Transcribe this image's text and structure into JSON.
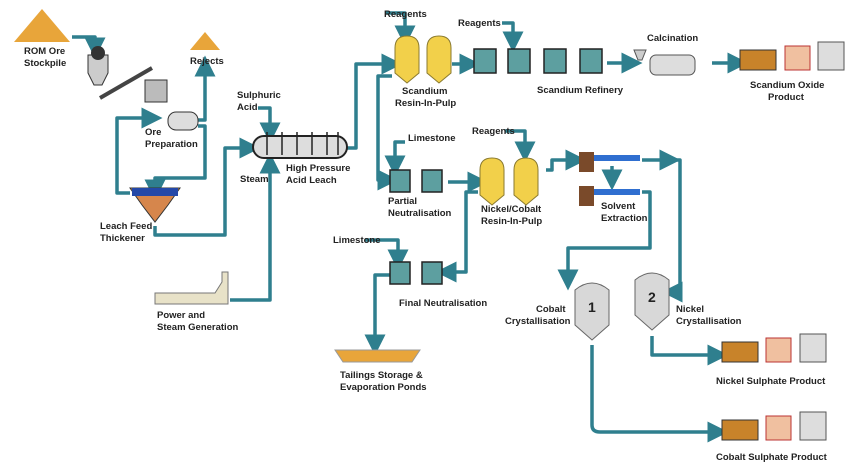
{
  "labels": {
    "rom_ore": [
      "ROM Ore",
      "Stockpile"
    ],
    "rejects": "Rejects",
    "ore_prep": [
      "Ore",
      "Preparation"
    ],
    "thickener": [
      "Leach Feed",
      "Thickener"
    ],
    "sulphuric": [
      "Sulphuric",
      "Acid"
    ],
    "steam": "Steam",
    "hpal": [
      "High Pressure",
      "Acid Leach"
    ],
    "power": [
      "Power and",
      "Steam Generation"
    ],
    "reagents_1": "Reagents",
    "reagents_2": "Reagents",
    "reagents_3": "Reagents",
    "sc_rip": [
      "Scandium",
      "Resin-In-Pulp"
    ],
    "sc_refinery": "Scandium Refinery",
    "calcination": "Calcination",
    "sc_product": [
      "Scandium Oxide",
      "Product"
    ],
    "limestone_1": "Limestone",
    "limestone_2": "Limestone",
    "partial": [
      "Partial",
      "Neutralisation"
    ],
    "nico_rip": [
      "Nickel/Cobalt",
      "Resin-In-Pulp"
    ],
    "sx": [
      "Solvent",
      "Extraction"
    ],
    "final": "Final Neutralisation",
    "tailings": [
      "Tailings Storage &",
      "Evaporation Ponds"
    ],
    "cobalt_cryst": [
      "Cobalt",
      "Crystallisation"
    ],
    "nickel_cryst": [
      "Nickel",
      "Crystallisation"
    ],
    "tank1": "1",
    "tank2": "2",
    "ni_product": "Nickel Sulphate Product",
    "co_product": "Cobalt Sulphate Product"
  },
  "colors": {
    "pipe": "#2f7f8e",
    "stockpile": "#e8a53a",
    "resin": "#f2d04a",
    "tank": "#5d9fa0",
    "sx_bar": "#2f6fd0"
  }
}
